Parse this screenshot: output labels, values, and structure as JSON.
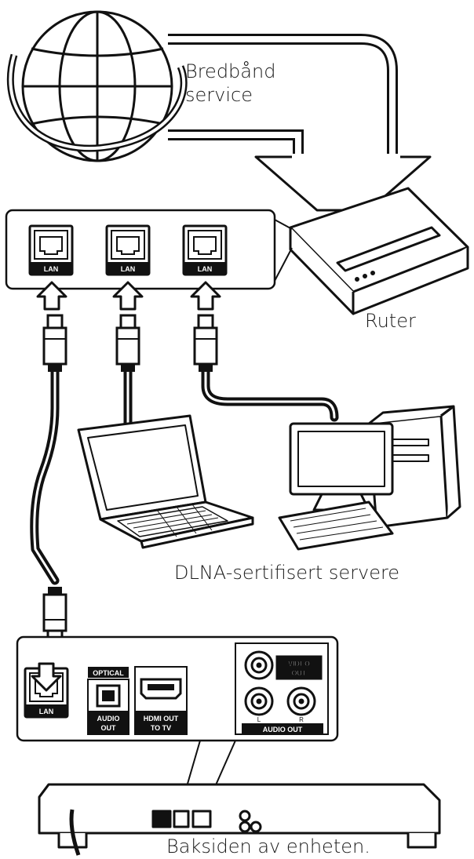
{
  "labels": {
    "broadband": "Bredbånd\nservice",
    "router": "Ruter",
    "servers": "DLNA-sertifisert servere",
    "rear": "Baksiden av enheten."
  },
  "ports": {
    "lan": "LAN",
    "optical": "OPTICAL",
    "audio_out_1": "AUDIO",
    "audio_out_2": "OUT",
    "hdmi_1": "HDMI OUT",
    "hdmi_2": "TO TV",
    "video_1": "VIDEO",
    "video_2": "OUT",
    "audio_out_label": "AUDIO OUT",
    "ch_l": "L",
    "ch_r": "R"
  }
}
